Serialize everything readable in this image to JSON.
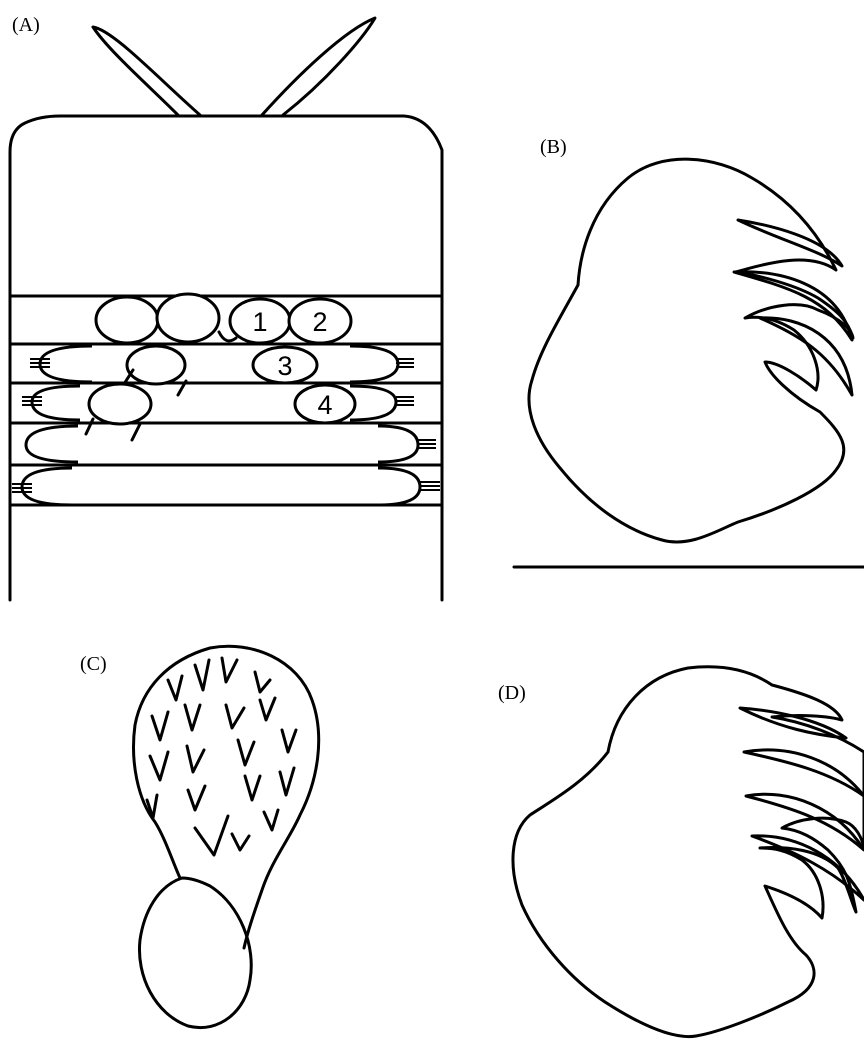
{
  "panels": {
    "a": {
      "label": "(A)"
    },
    "b": {
      "label": "(B)"
    },
    "c": {
      "label": "(C)"
    },
    "d": {
      "label": "(D)"
    }
  },
  "markers": [
    "1",
    "2",
    "3",
    "4"
  ],
  "colors": {
    "ink": "#000000",
    "background": "#ffffff"
  }
}
